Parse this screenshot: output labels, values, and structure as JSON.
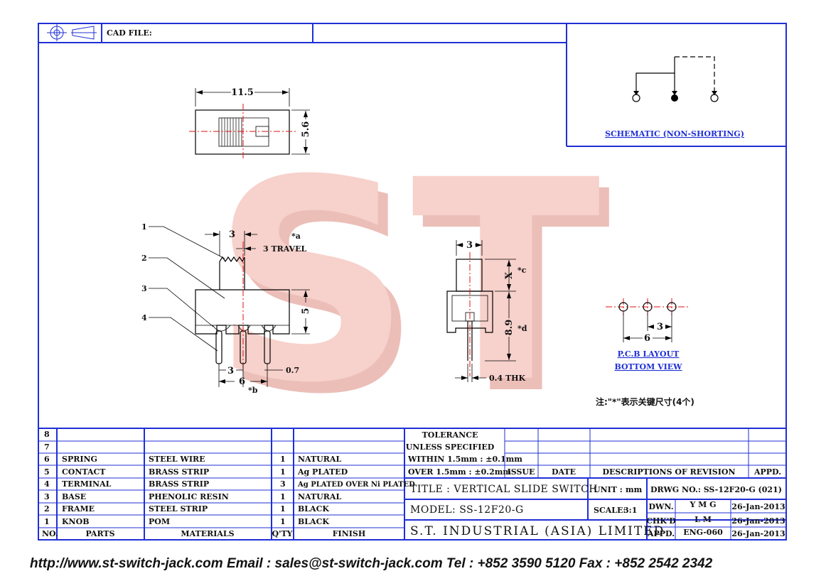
{
  "header": {
    "cad_file_label": "CAD FILE:"
  },
  "dimensions": {
    "top_width": "11.5",
    "top_height": "5.6",
    "knob_width": "3",
    "travel_marker": "*a",
    "travel": "3 TRAVEL",
    "body_height": "5",
    "pin_spacing": "3",
    "pin_width": "0.7",
    "pin_span": "6",
    "span_marker": "*b",
    "side_knob": "3",
    "side_x": "X",
    "side_x_marker": "*c",
    "side_height": "8.9",
    "side_height_marker": "*d",
    "thickness": "0.4 THK",
    "pcb_span": "6",
    "pcb_spacing": "3"
  },
  "callouts": [
    "1",
    "2",
    "3",
    "4"
  ],
  "schematic": {
    "caption": "SCHEMATIC (NON-SHORTING)"
  },
  "pcb": {
    "caption_line1": "P.C.B LAYOUT",
    "caption_line2": "BOTTOM VIEW"
  },
  "note": "注:\"*\"表示关键尺寸(4个)",
  "watermark": "ST",
  "bom": {
    "headers": {
      "no": "NO.",
      "parts": "PARTS",
      "materials": "MATERIALS",
      "qty": "Q'TY",
      "finish": "FINISH"
    },
    "rows": [
      {
        "no": "8",
        "part": "",
        "material": "",
        "qty": "",
        "finish": ""
      },
      {
        "no": "7",
        "part": "",
        "material": "",
        "qty": "",
        "finish": ""
      },
      {
        "no": "6",
        "part": "SPRING",
        "material": "STEEL WIRE",
        "qty": "1",
        "finish": "NATURAL"
      },
      {
        "no": "5",
        "part": "CONTACT",
        "material": "BRASS STRIP",
        "qty": "1",
        "finish": "Ag PLATED"
      },
      {
        "no": "4",
        "part": "TERMINAL",
        "material": "BRASS STRIP",
        "qty": "3",
        "finish": "Ag PLATED OVER Ni PLATED"
      },
      {
        "no": "3",
        "part": "BASE",
        "material": "PHENOLIC RESIN",
        "qty": "1",
        "finish": "NATURAL"
      },
      {
        "no": "2",
        "part": "FRAME",
        "material": "STEEL STRIP",
        "qty": "1",
        "finish": "BLACK"
      },
      {
        "no": "1",
        "part": "KNOB",
        "material": "POM",
        "qty": "1",
        "finish": "BLACK"
      }
    ]
  },
  "tolerance": {
    "line1": "TOLERANCE",
    "line2": "UNLESS  SPECIFIED",
    "within": "WITHIN 1.5mm : ±0.1mm",
    "over": "OVER 1.5mm : ±0.2mm"
  },
  "revision": {
    "issue": "ISSUE",
    "date": "DATE",
    "descriptions": "DESCRIPTIONS OF REVISION",
    "appd": "APPD."
  },
  "title_block": {
    "title": "TITLE : VERTICAL SLIDE SWITCH",
    "model": "MODEL: SS-12F20-G",
    "company": "S.T. INDUSTRIAL (ASIA) LIMITED",
    "unit_label": "UNIT :",
    "unit_value": "mm",
    "scale_label": "SCALE:",
    "scale_value": "3:1",
    "drwg_no": "DRWG NO.: SS-12F20-G (021)",
    "dwn_label": "DWN.",
    "dwn_value": "Y M G",
    "dwn_date": "26-Jan-2013",
    "chkd_label": "CHK'D",
    "chkd_value": "L M",
    "chkd_date": "26-Jan-2013",
    "appd_label": "APPD.",
    "appd_value": "ENG-060",
    "appd_date": "26-Jan-2013"
  },
  "footer": "http://www.st-switch-jack.com  Email : sales@st-switch-jack.com  Tel : +852 3590 5120  Fax : +852 2542 2342",
  "colors": {
    "border": "#1f2fd6",
    "watermark": "#f2a9a2",
    "centerline": "#e01010"
  }
}
